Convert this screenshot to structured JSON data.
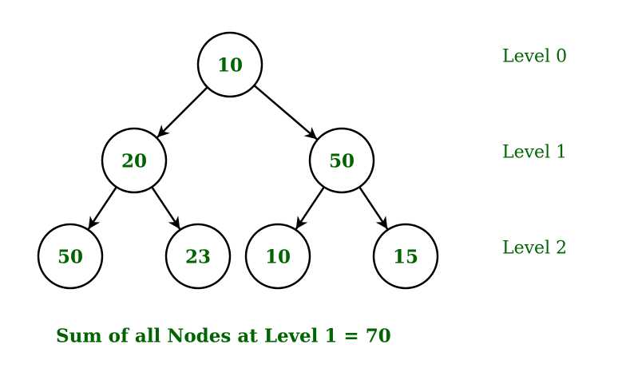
{
  "colors": {
    "text": "#006400",
    "stroke": "#000000",
    "background": "#ffffff"
  },
  "tree": {
    "nodes": [
      {
        "id": "n0",
        "value": "10",
        "level": 0
      },
      {
        "id": "n1",
        "value": "20",
        "level": 1
      },
      {
        "id": "n2",
        "value": "50",
        "level": 1
      },
      {
        "id": "n3",
        "value": "50",
        "level": 2
      },
      {
        "id": "n4",
        "value": "23",
        "level": 2
      },
      {
        "id": "n5",
        "value": "10",
        "level": 2
      },
      {
        "id": "n6",
        "value": "15",
        "level": 2
      }
    ],
    "edges": [
      [
        "n0",
        "n1"
      ],
      [
        "n0",
        "n2"
      ],
      [
        "n1",
        "n3"
      ],
      [
        "n1",
        "n4"
      ],
      [
        "n2",
        "n5"
      ],
      [
        "n2",
        "n6"
      ]
    ]
  },
  "levels": [
    "Level 0",
    "Level 1",
    "Level 2"
  ],
  "caption": "Sum of all Nodes at Level 1 = 70"
}
